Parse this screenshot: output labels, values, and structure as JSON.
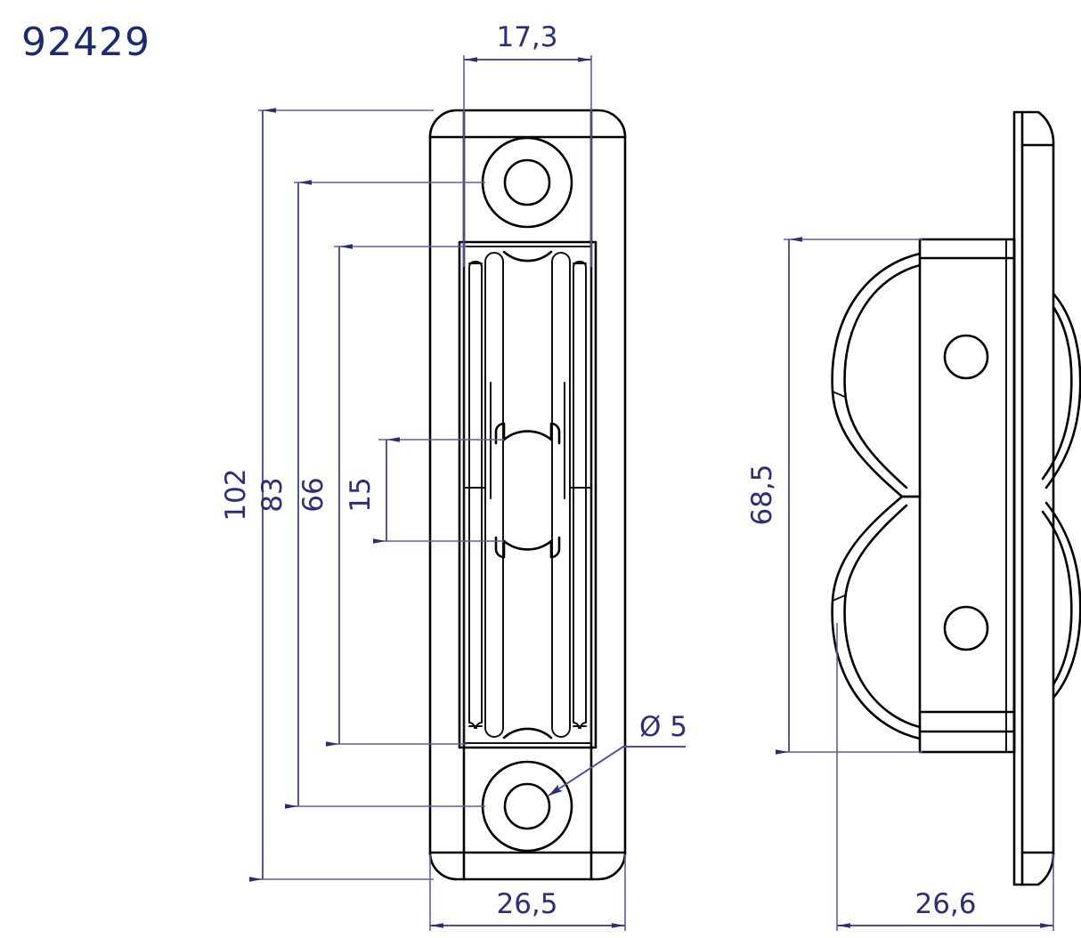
{
  "drawing": {
    "part_number": "92429",
    "units_note": "",
    "views": [
      {
        "name": "front-view",
        "label": ""
      },
      {
        "name": "side-view",
        "label": ""
      }
    ]
  },
  "dimensions": {
    "front": {
      "width_top": "17,3",
      "width_bottom": "26,5",
      "height_overall": "102",
      "height_hole_to_hole": "83",
      "height_sheave_block": "66",
      "height_center_gap": "15",
      "hole_diameter": "Ø 5"
    },
    "side": {
      "height_body": "68,5",
      "width_bottom": "26,6"
    }
  },
  "colors": {
    "part_number": "#1b2a72",
    "dimension_text": "#2b2f7a",
    "dimension_line": "#4a4fa0",
    "object_line": "#000000",
    "background": "#ffffff"
  },
  "labels": {
    "d_17_3": "17,3",
    "d_102": "102",
    "d_83": "83",
    "d_66": "66",
    "d_15": "15",
    "d_26_5": "26,5",
    "d_26_6": "26,6",
    "d_68_5": "68,5",
    "d_dia5": "Ø 5"
  }
}
